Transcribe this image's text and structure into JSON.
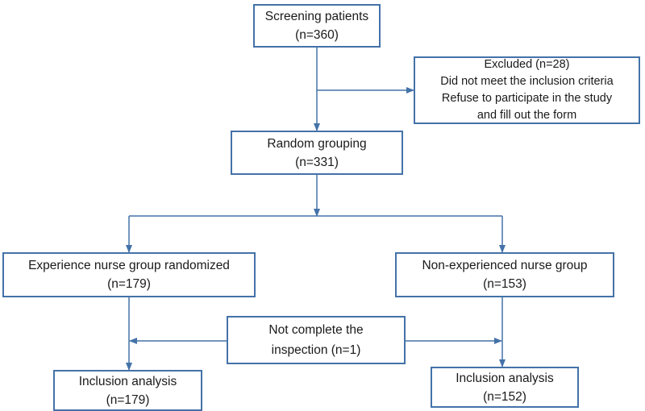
{
  "colors": {
    "box_border": "#4472a8",
    "arrow": "#4472a8"
  },
  "screening": {
    "title": "Screening patients",
    "count": "(n=360)"
  },
  "excluded": {
    "lines": [
      "Excluded (n=28)",
      "Did not meet the inclusion criteria",
      "Refuse to participate in the study",
      "and fill out the form"
    ]
  },
  "random": {
    "title": "Random grouping",
    "count": "(n=331)"
  },
  "experienced": {
    "title": "Experience nurse group randomized",
    "count": "(n=179)"
  },
  "nonexperienced": {
    "title": "Non-experienced nurse group",
    "count": "(n=153)"
  },
  "not_complete": {
    "line1": "Not complete the",
    "line2": "inspection (n=1)"
  },
  "inclusion_left": {
    "title": "Inclusion analysis",
    "count": "(n=179)"
  },
  "inclusion_right": {
    "title": "Inclusion analysis",
    "count": "(n=152)"
  }
}
